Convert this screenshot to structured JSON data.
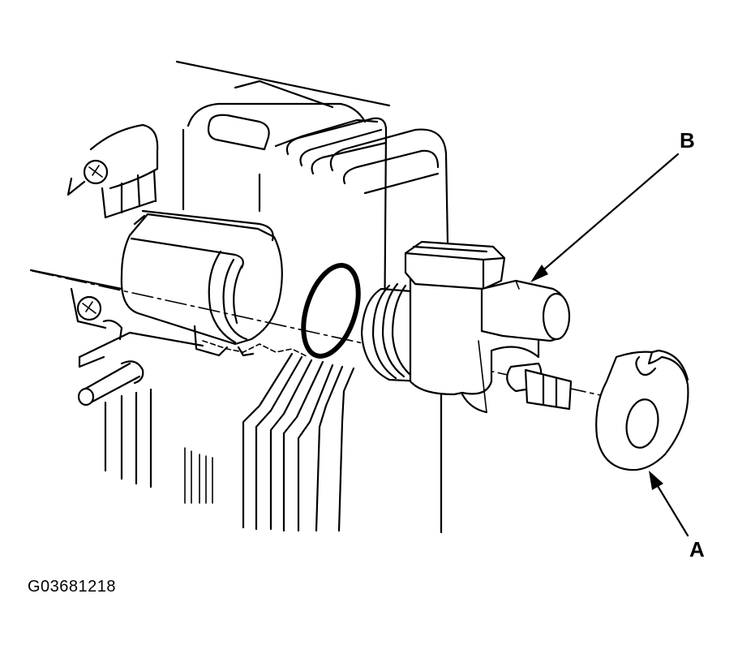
{
  "callouts": {
    "a": "A",
    "b": "B"
  },
  "figure_code": "G03681218",
  "colors": {
    "ink": "#000000",
    "paper": "#ffffff"
  }
}
